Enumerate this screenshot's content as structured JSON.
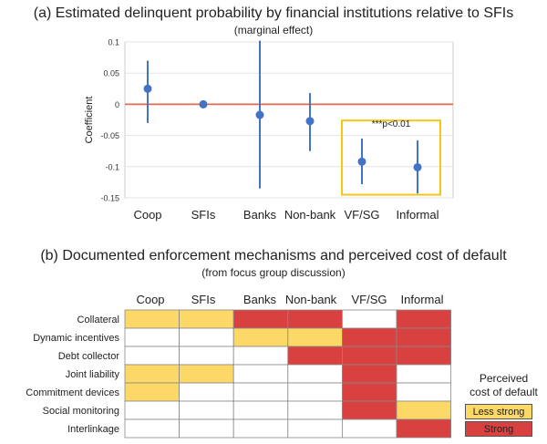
{
  "panel_a": {
    "title": "(a) Estimated delinquent probability by financial institutions relative to SFIs",
    "subtitle": "(marginal effect)",
    "annotation": "***p<0.01"
  },
  "panel_b": {
    "title": "(b) Documented enforcement mechanisms and perceived cost of default",
    "subtitle": "(from focus group discussion)",
    "legend_title_1": "Perceived",
    "legend_title_2": "cost of default",
    "legend_less": "Less strong",
    "legend_strong": "Strong"
  },
  "colors": {
    "point": "#4472c4",
    "zero_line": "#e26b4f",
    "highlight": "#f5c518",
    "less_strong": "#fcd866",
    "strong": "#d94141",
    "none": "#ffffff"
  },
  "chart_data": [
    {
      "type": "scatter",
      "title": "(a) Estimated delinquent probability by financial institutions relative to SFIs",
      "subtitle": "(marginal effect)",
      "ylabel": "Coefficient",
      "ylim": [
        -0.15,
        0.1
      ],
      "yticks": [
        0.1,
        0.05,
        0,
        -0.05,
        -0.1,
        -0.15
      ],
      "ytick_labels": [
        "0.1",
        "0.05",
        "0",
        "-0.05",
        "-0.1",
        "-0.15"
      ],
      "categories": [
        "Coop",
        "SFIs",
        "Banks",
        "Non-bank",
        "VF/SG",
        "Informal"
      ],
      "estimates": [
        0.025,
        0.0,
        -0.017,
        -0.027,
        -0.092,
        -0.101
      ],
      "ci_low": [
        -0.03,
        0.0,
        -0.135,
        -0.075,
        -0.128,
        -0.143
      ],
      "ci_high": [
        0.07,
        0.0,
        0.102,
        0.018,
        -0.055,
        -0.058
      ],
      "grid": true,
      "highlight_categories": [
        "VF/SG",
        "Informal"
      ]
    },
    {
      "type": "heatmap",
      "title": "(b) Documented enforcement mechanisms and perceived cost of default",
      "subtitle": "(from focus group discussion)",
      "columns": [
        "Coop",
        "SFIs",
        "Banks",
        "Non-bank",
        "VF/SG",
        "Informal"
      ],
      "rows": [
        "Collateral",
        "Dynamic incentives",
        "Debt collector",
        "Joint liability",
        "Commitment devices",
        "Social monitoring",
        "Interlinkage"
      ],
      "values": [
        [
          "less",
          "less",
          "strong",
          "strong",
          "none",
          "strong"
        ],
        [
          "none",
          "none",
          "less",
          "less",
          "strong",
          "strong"
        ],
        [
          "none",
          "none",
          "none",
          "strong",
          "strong",
          "strong"
        ],
        [
          "less",
          "less",
          "none",
          "none",
          "strong",
          "none"
        ],
        [
          "less",
          "none",
          "none",
          "none",
          "strong",
          "none"
        ],
        [
          "none",
          "none",
          "none",
          "none",
          "strong",
          "less"
        ],
        [
          "none",
          "none",
          "none",
          "none",
          "none",
          "strong"
        ]
      ],
      "legend": [
        "Less strong",
        "Strong"
      ],
      "legend_placement": "right"
    }
  ]
}
